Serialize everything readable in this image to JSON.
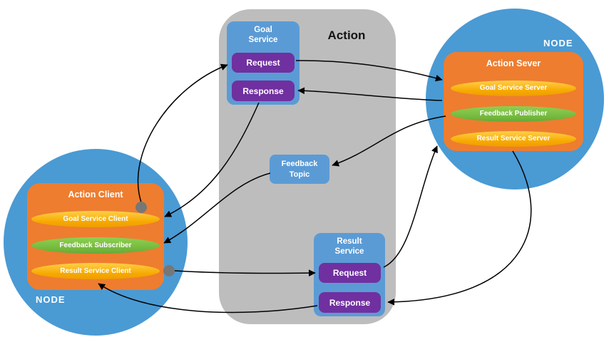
{
  "center_panel": {
    "title": "Action",
    "goal_service": {
      "title": "Goal\nService",
      "request_label": "Request",
      "response_label": "Response"
    },
    "feedback_topic": {
      "title": "Feedback\nTopic"
    },
    "result_service": {
      "title": "Result\nService",
      "request_label": "Request",
      "response_label": "Response"
    }
  },
  "client_node": {
    "node_label": "NODE",
    "box_title": "Action Client",
    "pills": [
      {
        "label": "Goal Service Client",
        "color": "#f7a900"
      },
      {
        "label": "Feedback Subscriber",
        "color": "#74b83e"
      },
      {
        "label": "Result Service Client",
        "color": "#f7a900"
      }
    ]
  },
  "server_node": {
    "node_label": "NODE",
    "box_title": "Action Sever",
    "pills": [
      {
        "label": "Goal Service Server",
        "color": "#f7a900"
      },
      {
        "label": "Feedback Publisher",
        "color": "#74b83e"
      },
      {
        "label": "Result Service Server",
        "color": "#f7a900"
      }
    ]
  },
  "colors": {
    "node_circle": "#4a9ad4",
    "inner_box": "#ee7d2f",
    "service_box": "#5b9bd5",
    "button_purple": "#7030a0",
    "panel_gray": "#bdbdbd",
    "arrow": "#000000",
    "connector_dot": "#777777"
  }
}
